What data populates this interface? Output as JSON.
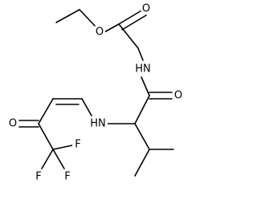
{
  "molecule": {
    "atoms": {
      "O_ester": "O",
      "O_ester_carbonyl": "O",
      "N_amide": "HN",
      "O_amide": "O",
      "N_amine": "HN",
      "O_ketone": "O",
      "F1": "F",
      "F2": "F",
      "F3": "F"
    }
  }
}
